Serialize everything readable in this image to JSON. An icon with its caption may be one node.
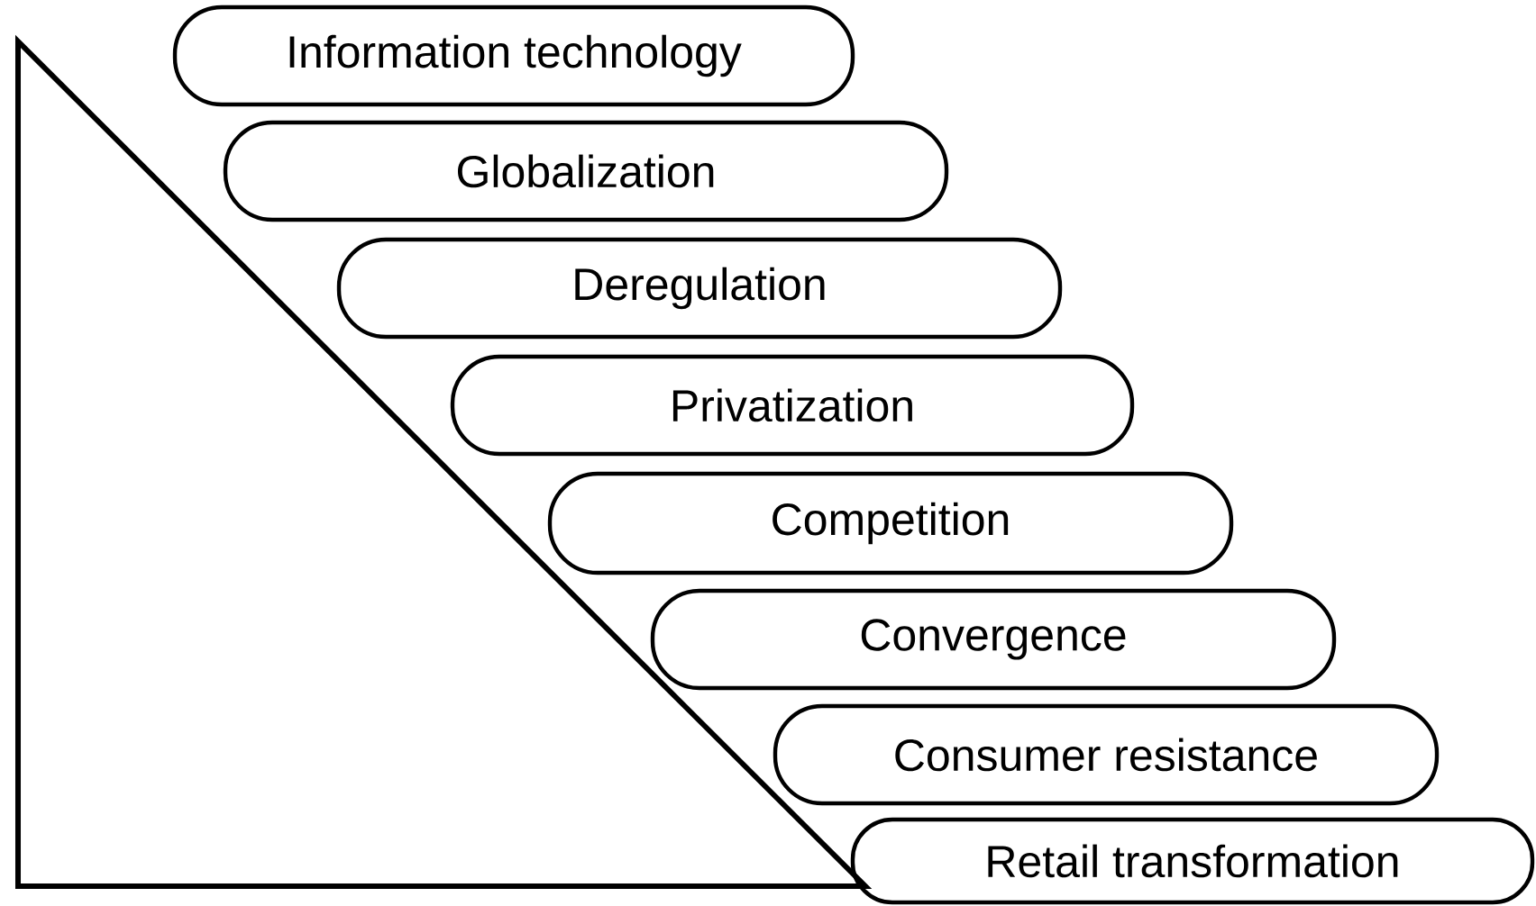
{
  "diagram": {
    "nodes": [
      {
        "text": [
          "Information technology"
        ]
      },
      {
        "text": [
          "Globalization"
        ]
      },
      {
        "text": [
          "Deregulation"
        ]
      },
      {
        "text": [
          "Privatization"
        ]
      },
      {
        "text": [
          "Competition"
        ]
      },
      {
        "text": [
          "Convergence"
        ]
      },
      {
        "text": [
          "Consumer resistance"
        ]
      },
      {
        "text": [
          "Retail transformation"
        ]
      }
    ]
  }
}
